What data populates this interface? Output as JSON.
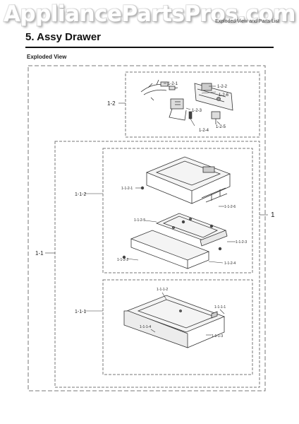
{
  "watermark": "AppliancePartsPros.com",
  "header": {
    "right_text": "Exploded View and Parts List"
  },
  "section": {
    "title": "5.  Assy Drawer",
    "subtitle": "Exploded View"
  },
  "labels": {
    "main": "1",
    "a12": "1-2",
    "a121": "1-2-1",
    "a122": "1-2-2",
    "a123": "1-2-3",
    "a124": "1-2-4",
    "a125": "1-2-5",
    "a126": "1-2-6",
    "a11": "1-1",
    "a112": "1-1-2",
    "a1121": "1-1-2-1",
    "a1126": "1-1-2-6",
    "a1125": "1-1-2-5",
    "a1123": "1-1-2-3",
    "a1124": "1-1-2-4",
    "a1122": "1-1-2-2",
    "a111": "1-1-1",
    "a1112": "1-1-1-2",
    "a1111": "1-1-1-1",
    "a1114": "1-1-1-4",
    "a1113": "1-1-1-3"
  }
}
